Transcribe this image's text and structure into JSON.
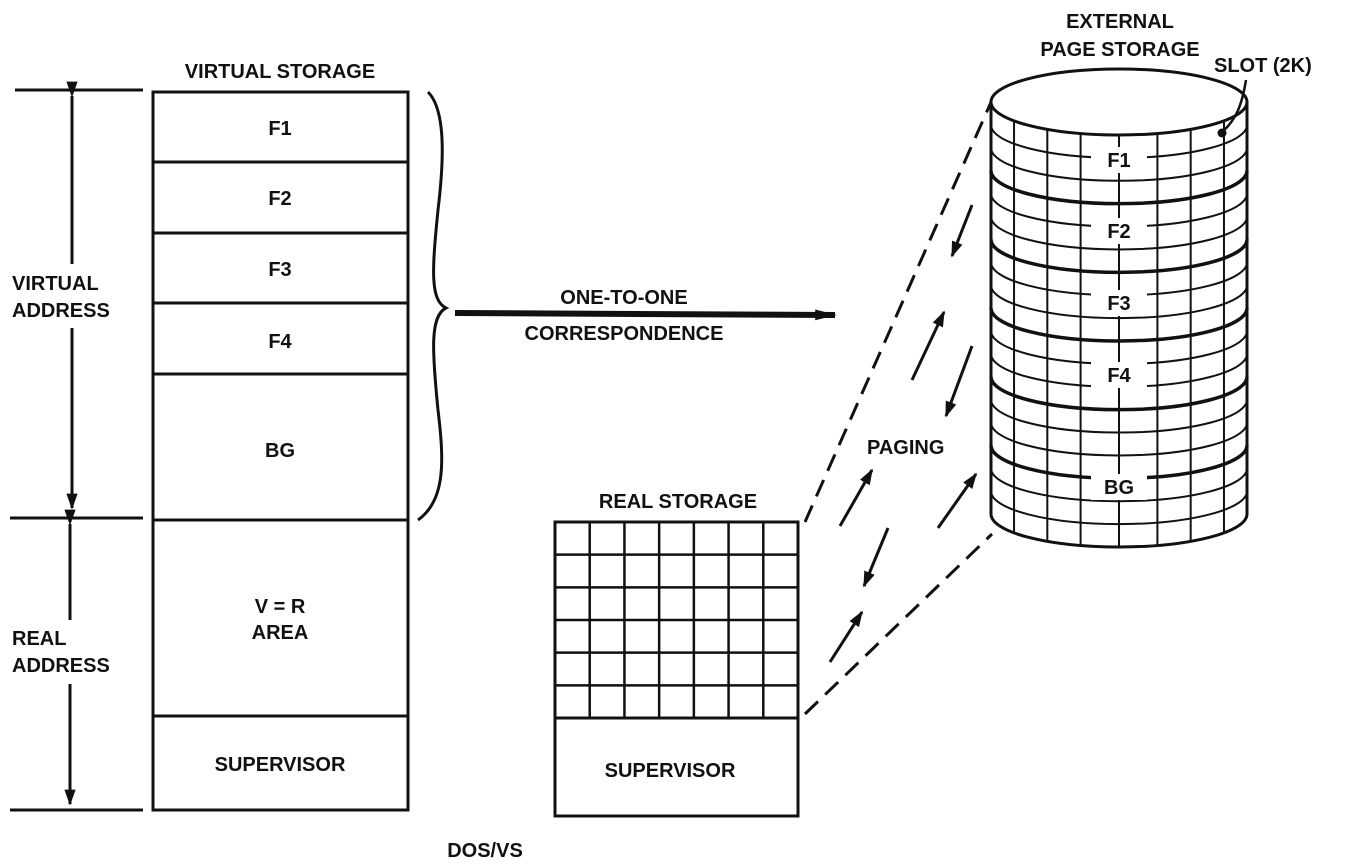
{
  "virtual_storage": {
    "title": "VIRTUAL STORAGE",
    "partitions": [
      "F1",
      "F2",
      "F3",
      "F4",
      "BG"
    ],
    "vr_area": [
      "V = R",
      "AREA"
    ],
    "supervisor": "SUPERVISOR"
  },
  "address_labels": {
    "virtual": [
      "VIRTUAL",
      "ADDRESS"
    ],
    "real": [
      "REAL",
      "ADDRESS"
    ]
  },
  "correspondence": [
    "ONE-TO-ONE",
    "CORRESPONDENCE"
  ],
  "real_storage": {
    "title": "REAL STORAGE",
    "supervisor": "SUPERVISOR"
  },
  "external": {
    "title": [
      "EXTERNAL",
      "PAGE STORAGE"
    ],
    "slot_label": "SLOT (2K)",
    "bands": [
      "F1",
      "F2",
      "F3",
      "F4",
      "BG"
    ]
  },
  "paging": "PAGING",
  "caption": "DOS/VS"
}
